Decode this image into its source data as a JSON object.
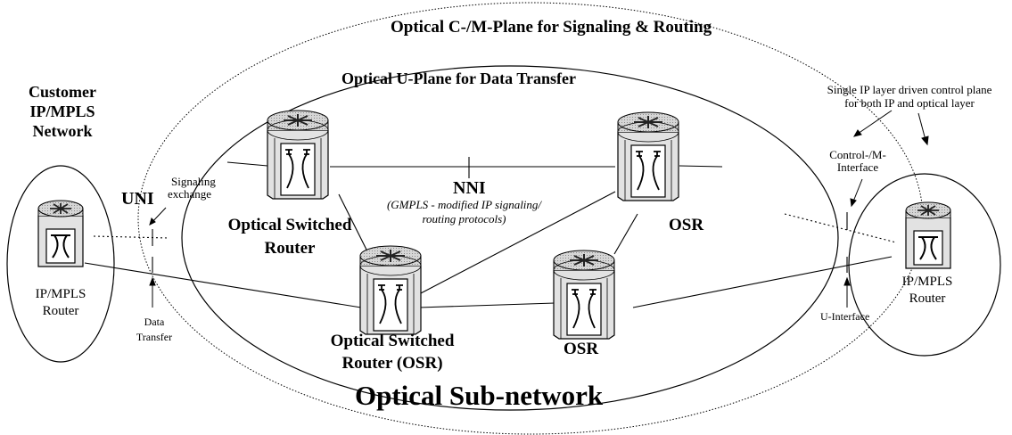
{
  "labels": {
    "cm_plane": "Optical C-/M-Plane for Signaling & Routing",
    "u_plane": "Optical U-Plane for Data Transfer",
    "subnetwork": "Optical Sub-network",
    "customer_l1": "Customer",
    "customer_l2": "IP/MPLS",
    "customer_l3": "Network",
    "single_ip_l1": "Single IP layer driven control plane",
    "single_ip_l2": "for both IP and optical layer",
    "control_if_l1": "Control-/M-",
    "control_if_l2": "Interface",
    "uni": "UNI",
    "signaling_l1": "Signaling",
    "signaling_l2": "exchange",
    "data_l1": "Data",
    "data_l2": "Transfer",
    "nni": "NNI",
    "gmpls_l1": "(GMPLS - modified IP signaling/",
    "gmpls_l2": "routing protocols)",
    "osr_top_l1": "Optical Switched",
    "osr_top_l2": "Router",
    "osr_mid_l1": "Optical Switched",
    "osr_mid_l2": "Router (OSR)",
    "osr_right_top": "OSR",
    "osr_right_bottom": "OSR",
    "left_router_l1": "IP/MPLS",
    "left_router_l2": "Router",
    "right_router_l1": "IP/MPLS",
    "right_router_l2": "Router",
    "u_interface": "U-Interface"
  },
  "colors": {
    "line": "#000000",
    "device_fill": "#c8c8c8",
    "background": "#ffffff"
  },
  "icons": {
    "router": "router-icon",
    "optical_switch": "optical-switched-router-icon"
  }
}
